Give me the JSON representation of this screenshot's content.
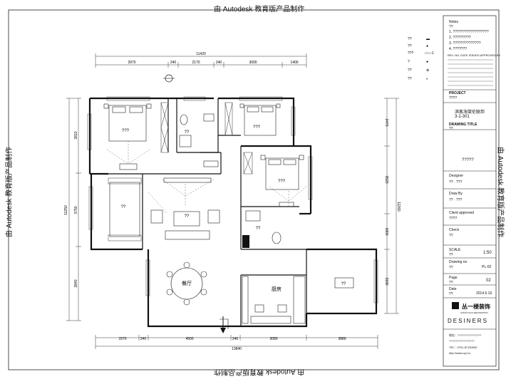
{
  "watermark": "由 Autodesk 教育版产品制作",
  "dimensions": {
    "top_total": "11420",
    "top_segments": [
      "3970",
      "240",
      "2170",
      "240",
      "3000",
      "1400"
    ],
    "bottom_total": "13840",
    "bottom_segments": [
      "1570",
      "240",
      "4500",
      "240",
      "3080",
      "3880"
    ],
    "left_total": "11250",
    "left_segments": [
      "3810",
      "3750",
      "3840"
    ],
    "right_segments": [
      "2470",
      "3520",
      "1800",
      "3180"
    ],
    "right_total": "11260"
  },
  "rooms": {
    "master_bedroom": "???",
    "bedroom_2": "???",
    "bedroom_3": "???",
    "bathroom_1": "??",
    "bathroom_2": "??",
    "study_left": "??",
    "living_room": "??",
    "dining_room": "餐厅",
    "kitchen": "厨房",
    "balcony": "??"
  },
  "legend": {
    "rows": [
      "??",
      "??",
      "???",
      "?",
      "??",
      "??"
    ],
    "symbols": [
      "▬",
      "●",
      "▭—1",
      "●",
      "⊕",
      "◐"
    ]
  },
  "title_block": {
    "notes_label": "Notes",
    "notes_line": "??",
    "note_items": [
      "1. ??????????????????",
      "2. ?????????",
      "3. ??????????????",
      "4. ???????"
    ],
    "stamp_line": "REV. NO. DATE ISSUED APPROVED BY",
    "project_label": "PROJECT",
    "project_value": "????",
    "project_name": "滨客海棠伦联邦",
    "project_unit": "3-1-301",
    "drawing_title_label": "DRAWING TITLE",
    "drawing_title_value": "??",
    "drawing_name": "?????",
    "designer_label": "Designer",
    "designer_value": "??     ·     ???",
    "draw_by_label": "Draw By",
    "draw_by_value": "??     ·     ???",
    "client_label": "Client approved",
    "client_value": "????",
    "check_label": "Check",
    "check_value": "??",
    "scale_label": "SCALE",
    "scale_value_a": "??",
    "scale_value_b": "1:50",
    "drawing_no_label": "Drawing   no",
    "drawing_no_value_a": "??",
    "drawing_no_value_b": "PL-02",
    "page_label": "Page",
    "page_value_a": "??",
    "page_value_b": "02",
    "date_label": "Date",
    "date_value_a": "??",
    "date_value_b": "2014.5.16",
    "company_name": "丛一楼装饰",
    "company_en_small": "CONGYILOU DECORATION",
    "designers_word": "DESINERS",
    "address_1": "地址：???????????????",
    "address_2": "????????????????",
    "phone": "TEL：0791-87130000",
    "site": "http://www.cyl.cn"
  }
}
